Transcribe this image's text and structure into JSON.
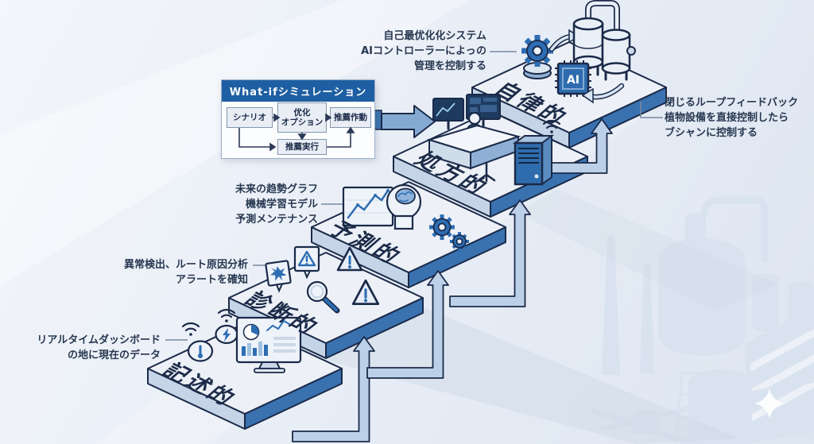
{
  "steps": [
    {
      "id": "descriptive",
      "label": "記述的"
    },
    {
      "id": "diagnostic",
      "label": "診断的"
    },
    {
      "id": "predictive",
      "label": "予測的"
    },
    {
      "id": "prescriptive",
      "label": "処方的"
    },
    {
      "id": "autonomous",
      "label": "自律的"
    }
  ],
  "whatif": {
    "title": "What-ifシミュレーション",
    "nodes": {
      "scenario": "シナリオ",
      "optimize_l1": "优化",
      "optimize_l2": "オプション",
      "action": "推薦作動",
      "execute": "推薦実行"
    }
  },
  "annotations": {
    "auto_opt": {
      "lines": [
        "自己最优化化システム",
        "AIコントローラーによっの",
        "管理を控制する"
      ]
    },
    "closed_loop": {
      "lines": [
        "閉じるループフィードバック",
        "植物設備を直接控制したら",
        "ブシャンに控制する"
      ]
    },
    "predictive": {
      "lines": [
        "未来の趋勢グラフ",
        "機械学習モデル",
        "予測メンテナンス"
      ]
    },
    "diagnostic": {
      "lines": [
        "異常検出、ルート原因分析",
        "アラートを確知"
      ]
    },
    "descriptive": {
      "lines": [
        "リアルタイムダッシボード",
        "の地に現在のデータ"
      ]
    }
  },
  "chip": {
    "label": "AI"
  },
  "colors": {
    "header_blue": "#1e5fa3",
    "navy_outline": "#1b2a49",
    "platform_top": "#edf1f7",
    "platform_side_dark": "#3a72b0",
    "platform_side_light": "#c5d5e7",
    "arrow_fill": "#bcd0e7",
    "icon_blue": "#2d6db3",
    "silhouette": "#d9e2ef"
  },
  "icons": {
    "wifi-signal-icon": "radio arcs",
    "sensor-gauge-icon": "round sensor disc",
    "dashboard-monitor-icon": "monitor with pie/bar/line charts",
    "alert-badge-icon": "badge with burst",
    "warning-triangle-icon": "triangle with exclamation",
    "magnifier-icon": "magnifying glass",
    "trend-chart-icon": "framed rising line chart",
    "brain-head-icon": "head profile with brain",
    "gear-icon": "cog wheel",
    "operator-desk-icon": "person at dual-monitor desk",
    "server-icon": "server tower",
    "ai-chip-icon": "AI microchip",
    "tank-icon": "process tanks with pipe",
    "loop-arrow-icon": "curved loop arrow",
    "sparkle-icon": "four-point star",
    "factory-silhouette": "background plant outline"
  }
}
